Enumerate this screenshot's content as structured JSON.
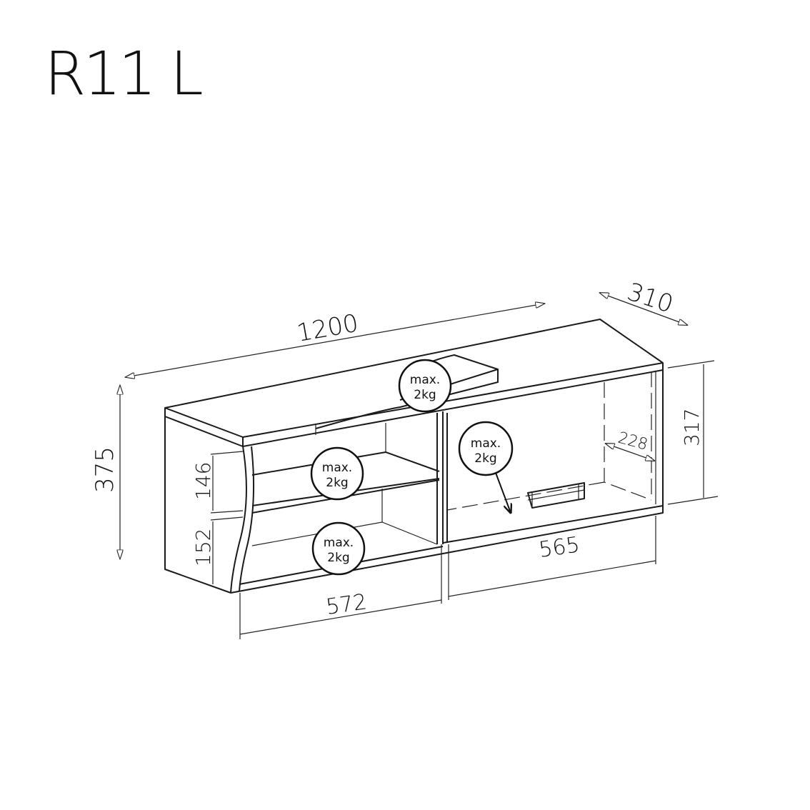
{
  "title": "R11 L",
  "dimensions": {
    "width": "1200",
    "depth": "310",
    "height": "375",
    "shelf_upper": "146",
    "shelf_lower": "152",
    "left_width": "572",
    "right_width": "565",
    "inner_height": "317",
    "inner_depth": "228"
  },
  "load_badges": [
    {
      "line1": "max.",
      "line2": "2kg"
    },
    {
      "line1": "max.",
      "line2": "2kg"
    },
    {
      "line1": "max.",
      "line2": "2kg"
    },
    {
      "line1": "max.",
      "line2": "2kg"
    }
  ]
}
